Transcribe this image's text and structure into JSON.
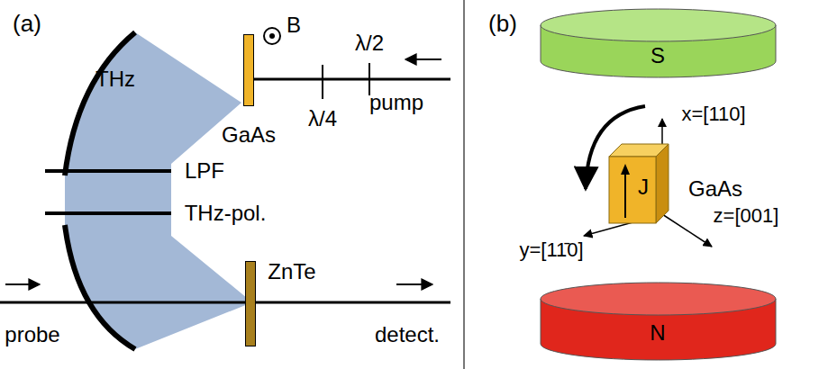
{
  "diagram": {
    "nodes": [
      {
        "text": [
          "GaAs"
        ]
      },
      {
        "text": [
          "ZnTe"
        ]
      },
      {
        "text": [
          "S"
        ]
      },
      {
        "text": [
          "J",
          "GaAs"
        ]
      },
      {
        "text": [
          "N"
        ]
      }
    ],
    "labels": [
      "(a)",
      "THz",
      "B",
      "λ/2",
      "λ/4",
      "pump",
      "LPF",
      "THz-pol.",
      "probe",
      "detect.",
      "(b)",
      "x=[110]",
      "y=[11̄0]",
      "z=[001]"
    ]
  }
}
